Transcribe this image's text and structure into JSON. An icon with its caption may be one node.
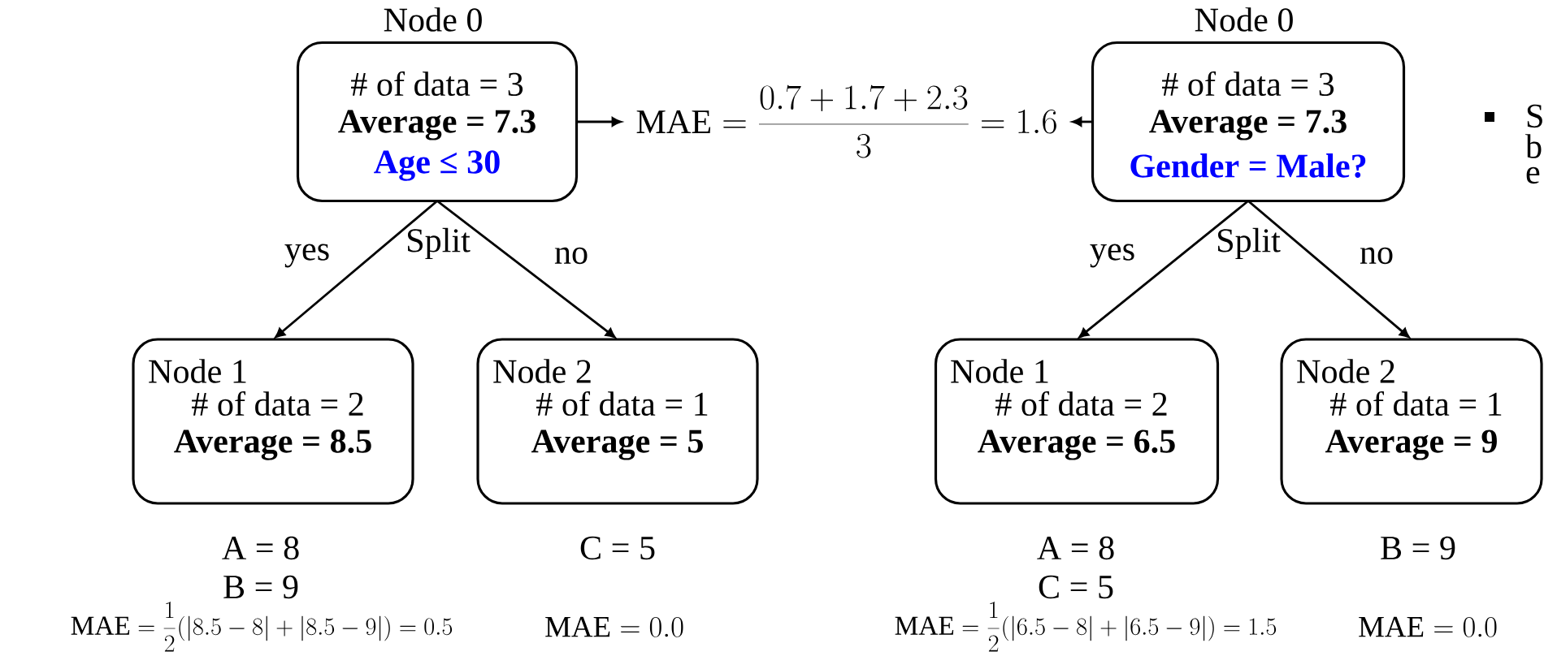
{
  "diagram": {
    "nodes": [
      {
        "text": [
          "Node 0",
          "# of data = 3",
          "Average = 7.3",
          "Age ≤ 30"
        ]
      },
      {
        "text": [
          "Node 1",
          "# of data = 2",
          "Average = 8.5"
        ],
        "beside": [
          "A = 8",
          "B = 9",
          "\\mathrm{MAE} = \\frac{1}{2}(|8.5-8|+|8.5-9|) = 0.5"
        ]
      },
      {
        "text": [
          "Node 2",
          "# of data = 1",
          "Average = 5"
        ],
        "beside": [
          "C = 5"
        ]
      },
      {
        "text": [
          "\\mathrm{MAE} = \\frac{0.7 + 1.7 + 2.3}{3} = 1.6"
        ]
      },
      {
        "text": [
          "Node 0",
          "# of data = 3",
          "Average = 7.3",
          "Gender = Male?"
        ]
      },
      {
        "text": [
          "Node 1",
          "# of data = 2",
          "Average = 6.5"
        ],
        "beside": [
          "A = 8",
          "C = 5",
          "\\mathrm{MAE} = \\frac{1}{2}(|6.5-8|+|6.5-9|) = 1.5"
        ]
      },
      {
        "text": [
          "Node 2",
          "# of data = 1",
          "Average = 9"
        ],
        "beside": [
          "B = 9"
        ]
      }
    ],
    "edges": [
      {
        "from": 0,
        "to": 1,
        "arrow": "to",
        "label": "yes"
      },
      {
        "from": 0,
        "to": 2,
        "arrow": "to",
        "label": "no"
      },
      {
        "from": 0,
        "to": 3,
        "arrow": "to"
      },
      {
        "from": 4,
        "to": 3,
        "arrow": "to"
      },
      {
        "from": 4,
        "to": 5,
        "arrow": "to",
        "label": "yes"
      },
      {
        "from": 4,
        "to": 6,
        "arrow": "to",
        "label": "no"
      }
    ],
    "labels": [
      "Split",
      "Split",
      "S",
      "b",
      "e",
      "\\mathrm{MAE} = 0.0",
      "\\mathrm{MAE} = 0.0"
    ]
  }
}
